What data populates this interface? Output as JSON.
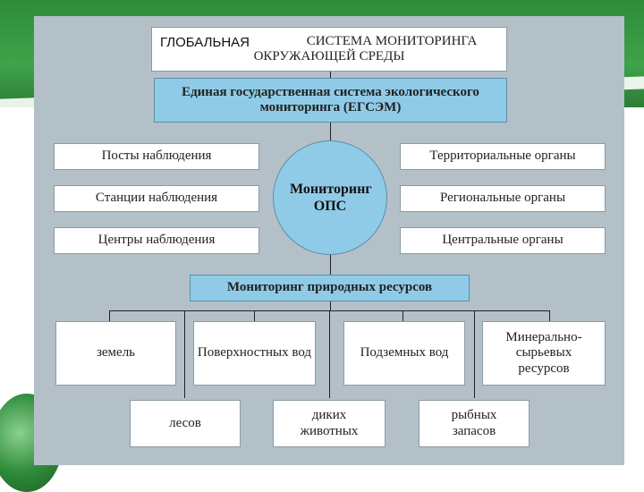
{
  "diagram": {
    "title_prefix": "ГЛОБАЛЬНАЯ",
    "title_line1_rest": "СИСТЕМА МОНИТОРИНГА",
    "title_line2": "ОКРУЖАЮЩЕЙ СРЕДЫ",
    "egsem": "Единая государственная система экологического мониторинга (ЕГСЭМ)",
    "center": "Мониторинг ОПС",
    "left_boxes": [
      "Посты наблюдения",
      "Станции наблюдения",
      "Центры наблюдения"
    ],
    "right_boxes": [
      "Территориальные органы",
      "Региональные органы",
      "Центральные органы"
    ],
    "resources_title": "Мониторинг природных ресурсов",
    "resources_row1": [
      "земель",
      "Поверхностных вод",
      "Подземных вод",
      "Минерально-сырьевых ресурсов"
    ],
    "resources_row2": [
      "лесов",
      "диких животных",
      "рыбных запасов"
    ]
  }
}
